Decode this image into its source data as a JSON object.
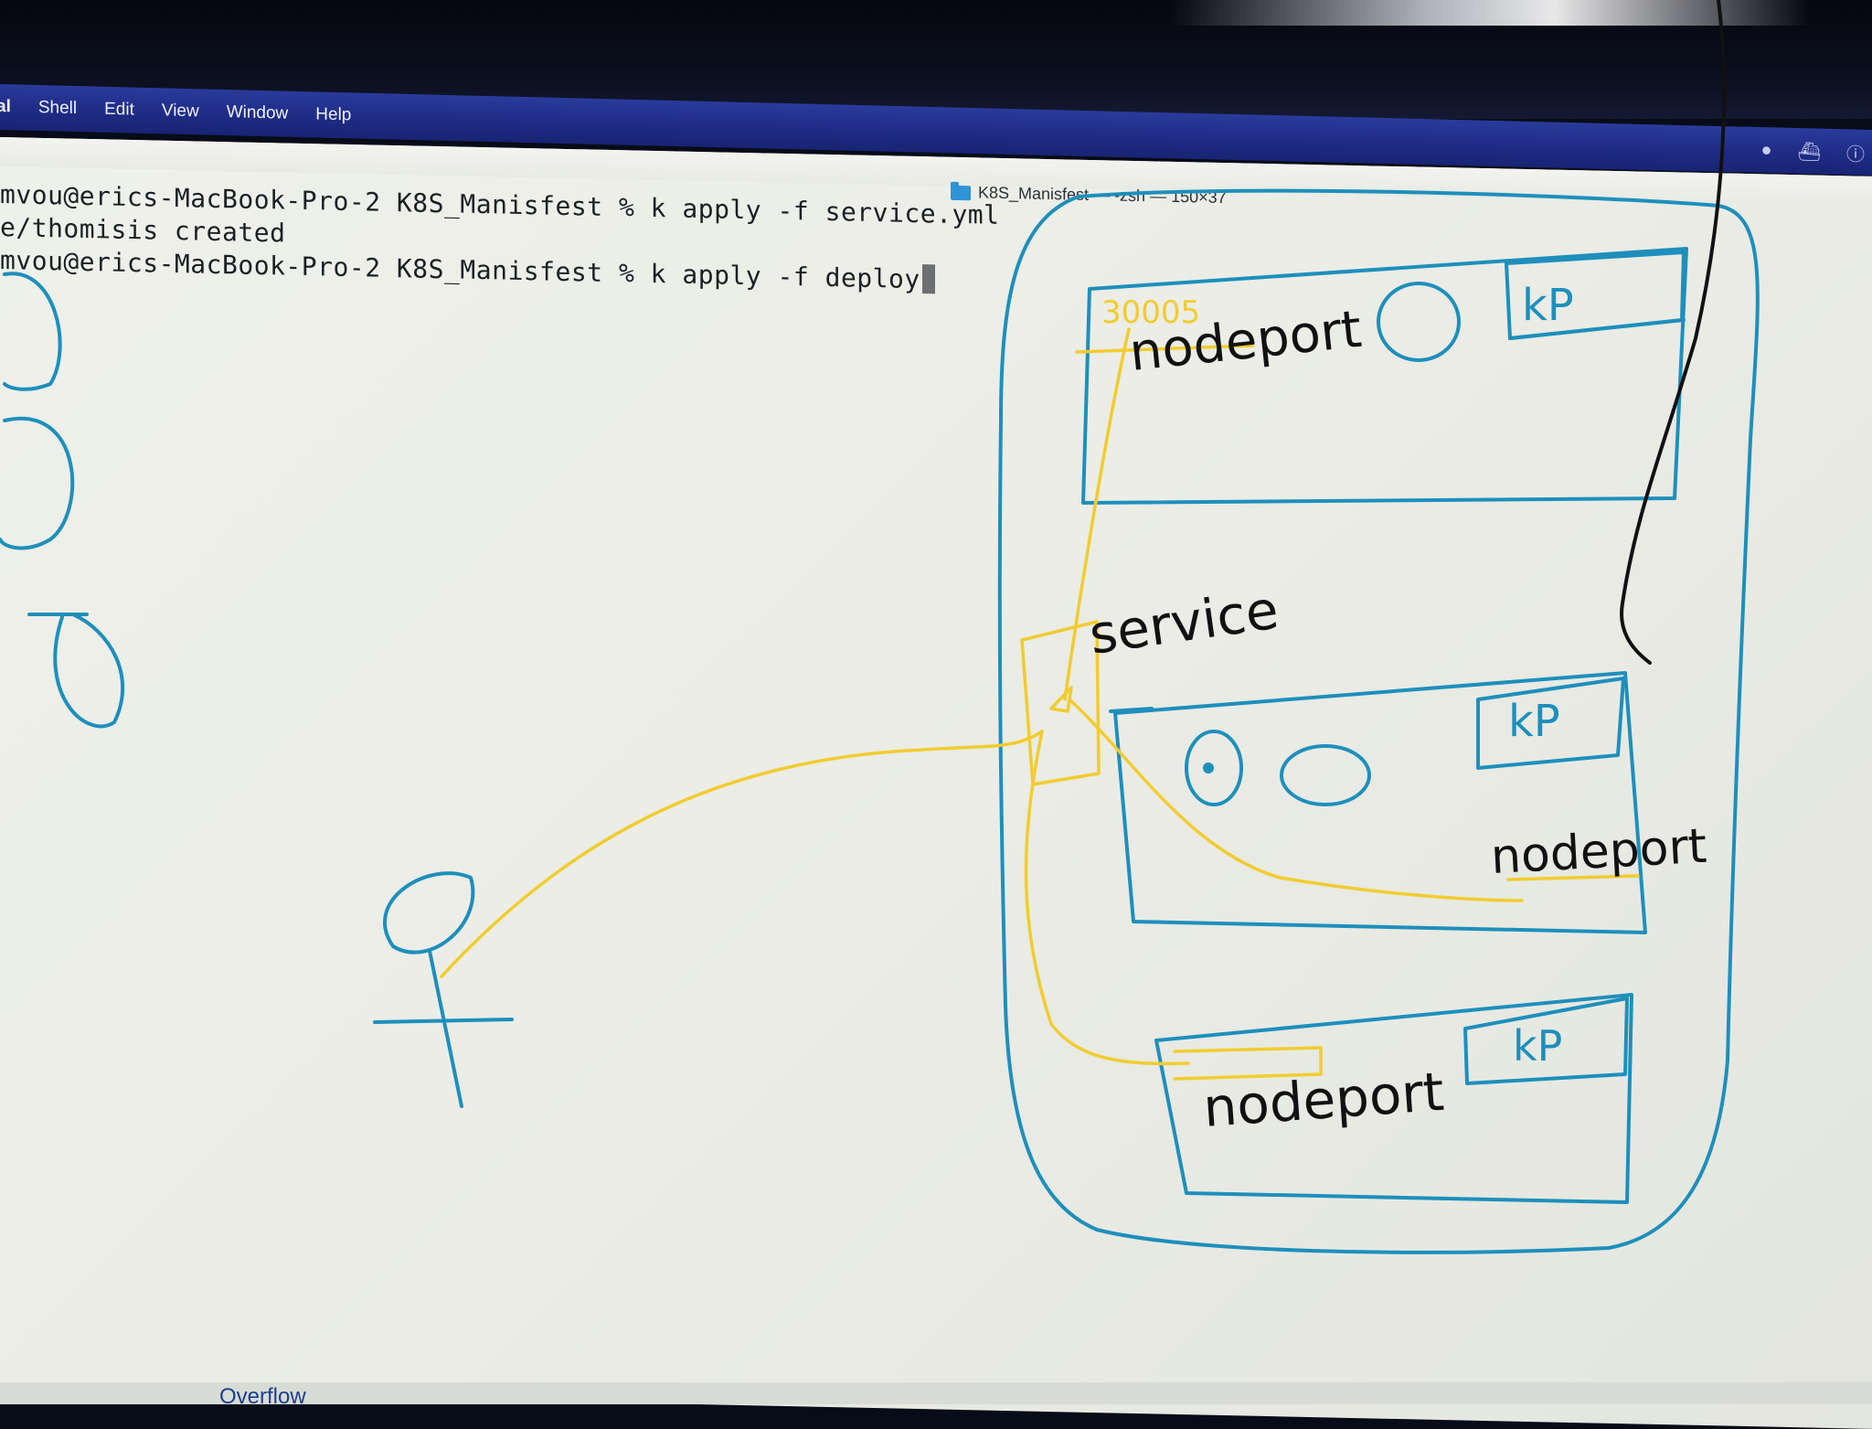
{
  "menubar": {
    "app_fragment": "al",
    "items": [
      "Shell",
      "Edit",
      "View",
      "Window",
      "Help"
    ]
  },
  "window": {
    "title": "K8S_Manisfest — -zsh — 150×37"
  },
  "terminal": {
    "lines": [
      "mvou@erics-MacBook-Pro-2 K8S_Manisfest % k apply -f service.yml",
      "e/thomisis created",
      "mvou@erics-MacBook-Pro-2 K8S_Manisfest % k apply -f deploy"
    ]
  },
  "annotations": {
    "nodeport_top": "nodeport",
    "port_number": "30005",
    "kp_top": "kP",
    "service": "service",
    "kp_middle": "kP",
    "nodeport_middle": "nodeport",
    "kp_bottom": "kP",
    "nodeport_bottom": "nodeport"
  },
  "bottom_bar": {
    "overflow_label": "Overflow"
  },
  "colors": {
    "menubar": "#1f2c86",
    "terminal_bg": "#ebede6",
    "pen_blue": "#1e8fbc",
    "pen_yellow": "#f2cc2f",
    "pen_black": "#111111"
  }
}
